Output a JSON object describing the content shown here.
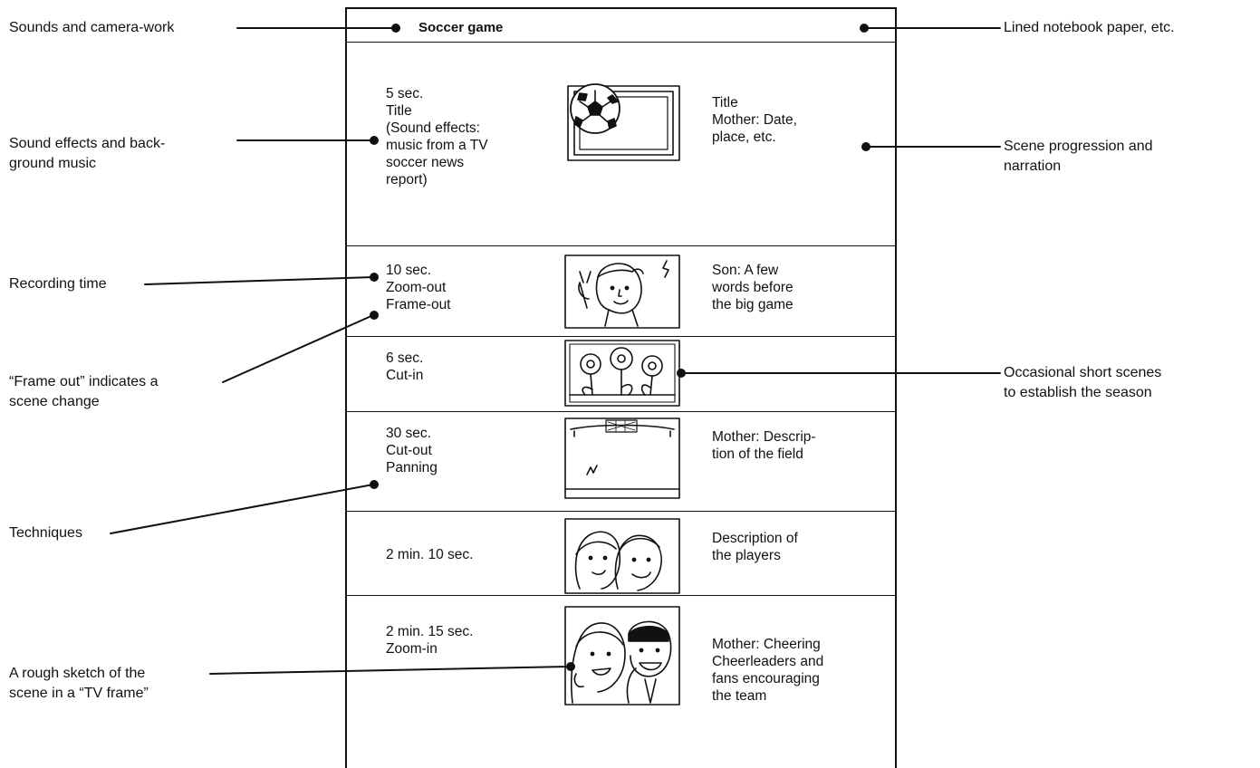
{
  "storyboard": {
    "title": "Soccer game",
    "rows": [
      {
        "time": "5 sec.\nTitle\n(Sound effects:\nmusic from a TV\nsoccer news\nreport)",
        "narration": "Title\nMother: Date,\nplace, etc.",
        "sketch": "soccer-ball-icon"
      },
      {
        "time": "10 sec.\nZoom-out\nFrame-out",
        "narration": "Son: A few\nwords before\nthe big game",
        "sketch": "boy-waving-icon"
      },
      {
        "time": "6 sec.\nCut-in",
        "narration": "",
        "sketch": "flowers-icon"
      },
      {
        "time": "30 sec.\nCut-out\nPanning",
        "narration": "Mother: Descrip-\ntion of the field",
        "sketch": "soccer-field-icon"
      },
      {
        "time": "2 min. 10 sec.",
        "narration": "Description of\nthe players",
        "sketch": "two-players-icon"
      },
      {
        "time": "2 min. 15 sec.\nZoom-in",
        "narration": "Mother: Cheering\nCheerleaders and\nfans encouraging\nthe team",
        "sketch": "cheering-fans-icon"
      }
    ]
  },
  "callouts": {
    "left": [
      "Sounds and camera-work",
      "Sound effects and back-\nground music",
      "Recording time",
      "“Frame out” indicates a\nscene change",
      "Techniques",
      "A rough sketch of the\nscene in a “TV frame”"
    ],
    "right": [
      "Lined notebook paper, etc.",
      "Scene progression and\nnarration",
      "Occasional short scenes\nto establish the season"
    ]
  }
}
